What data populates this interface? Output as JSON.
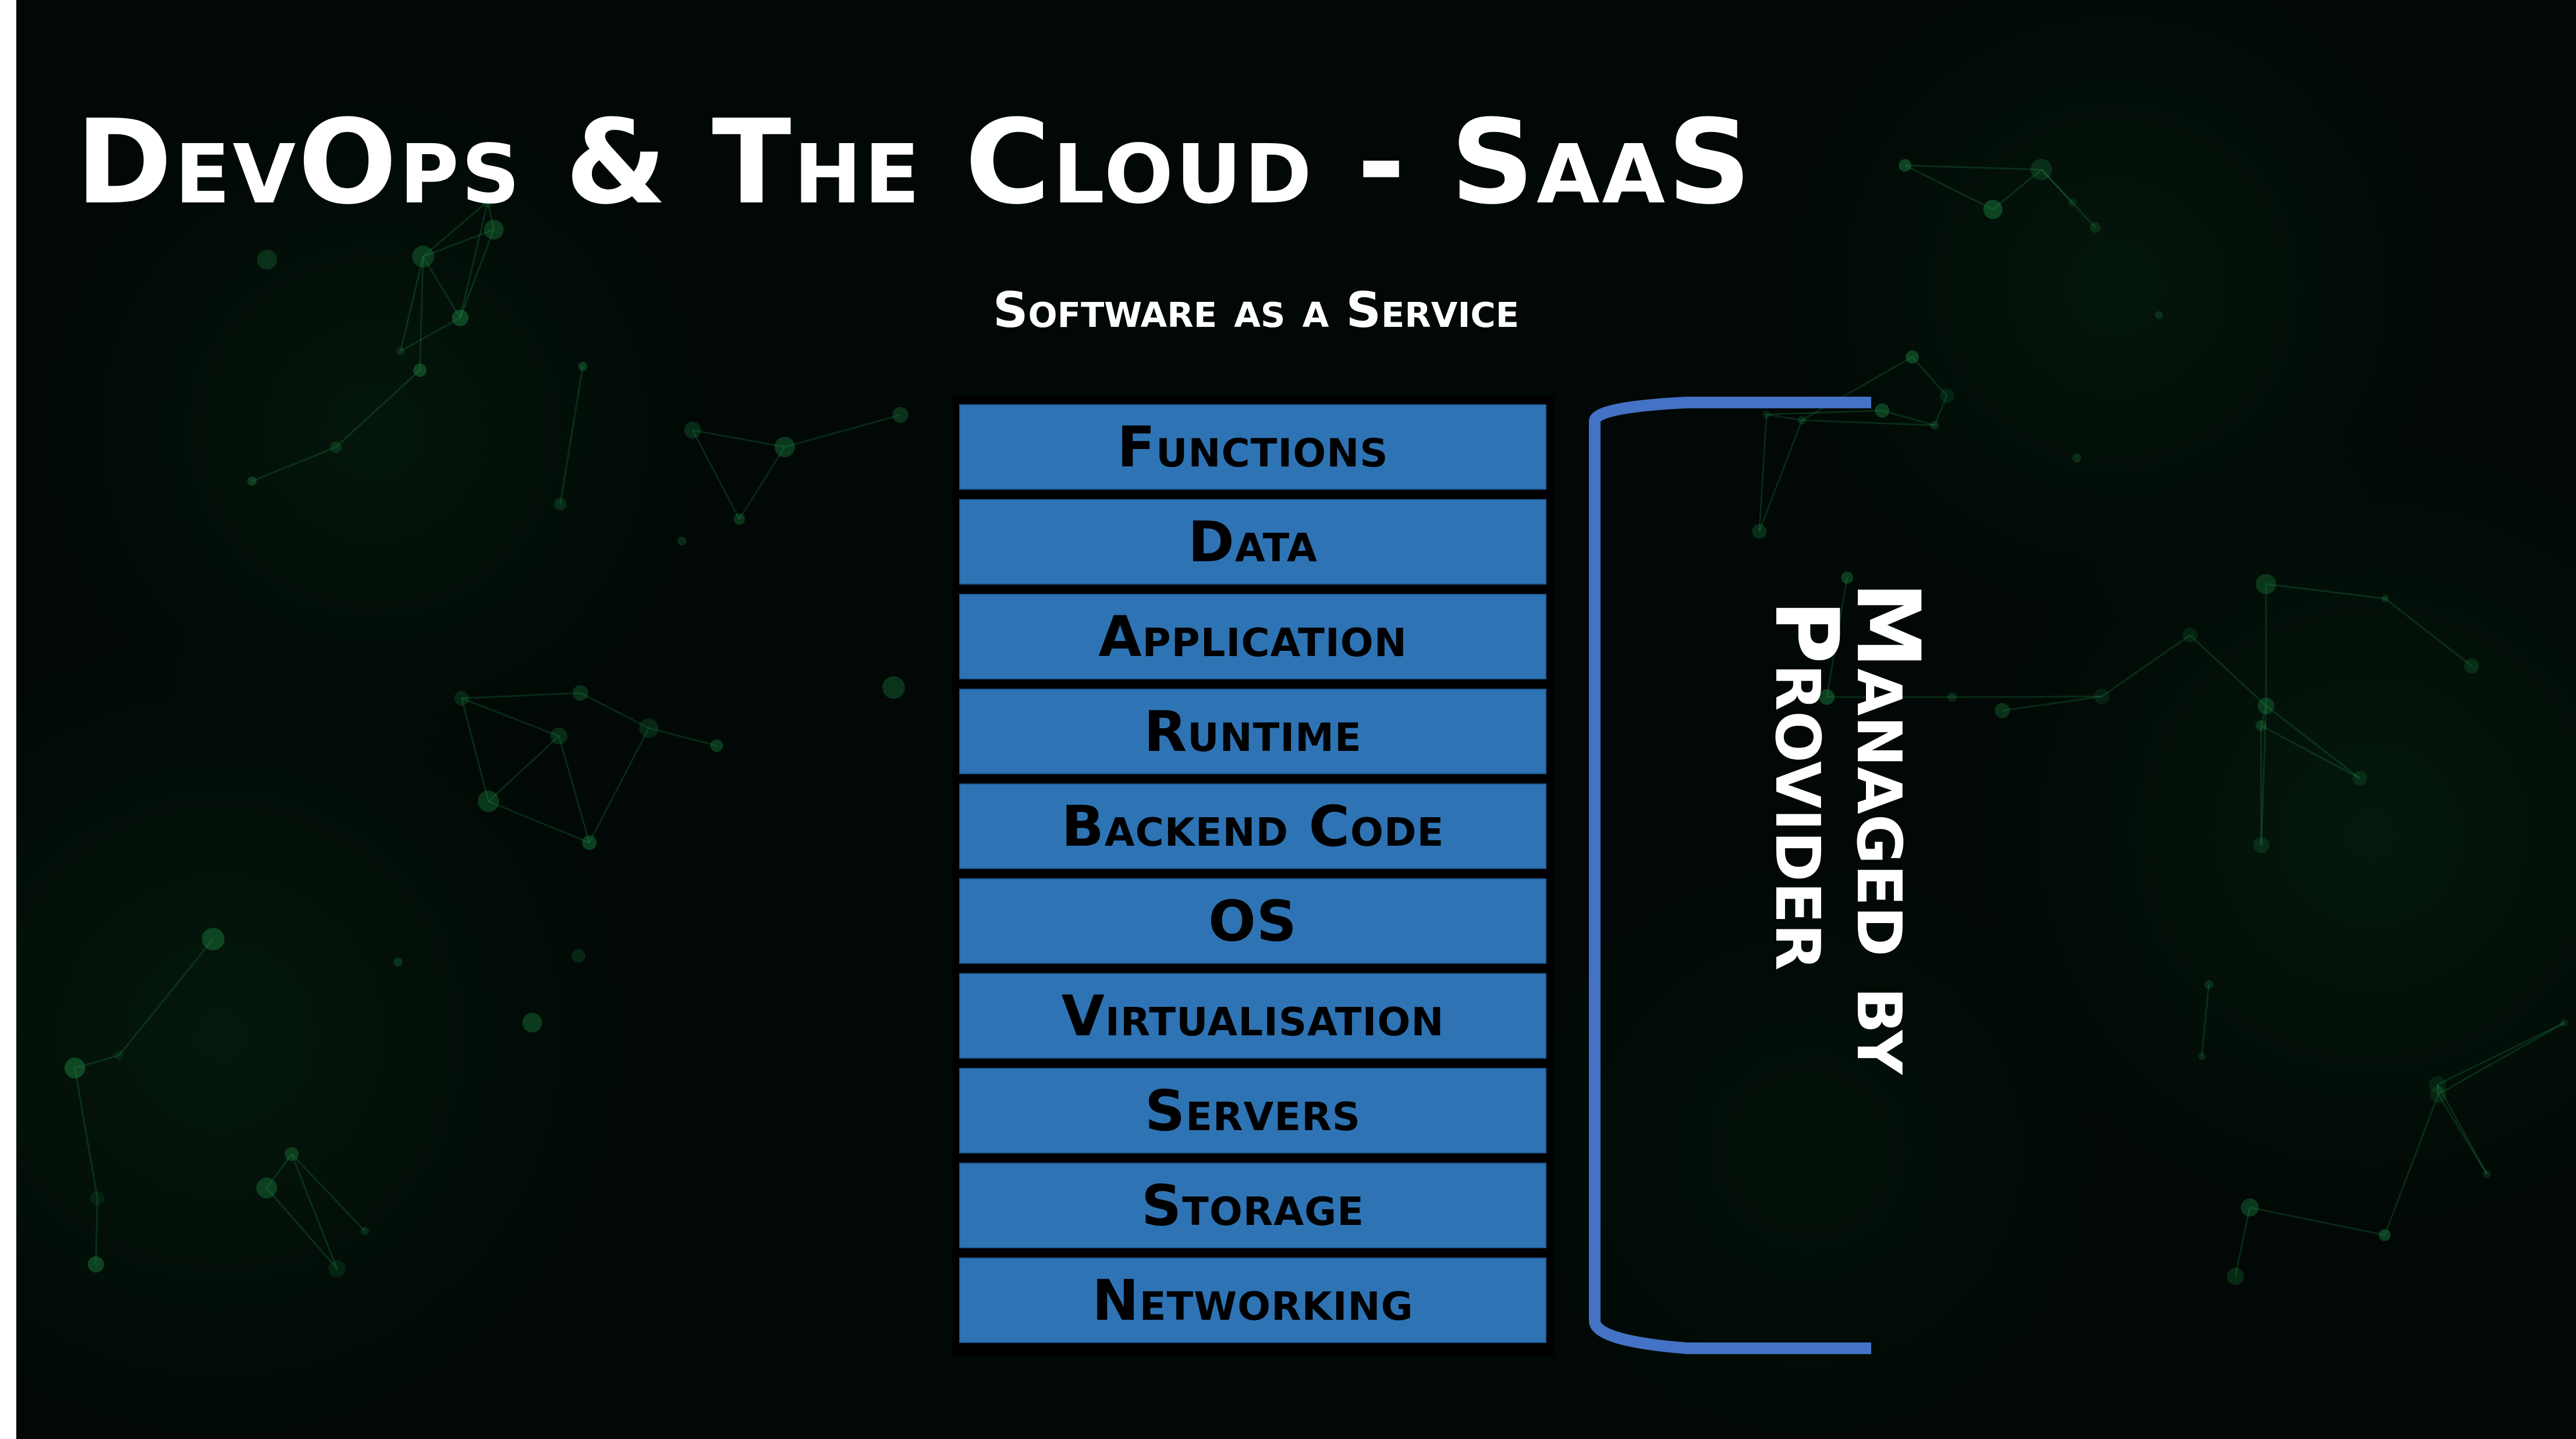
{
  "slide": {
    "title": "DevOps & The Cloud - SaaS",
    "subtitle": "Software as a Service",
    "layers": [
      {
        "label": "Functions"
      },
      {
        "label": "Data"
      },
      {
        "label": "Application"
      },
      {
        "label": "Runtime"
      },
      {
        "label": "Backend Code"
      },
      {
        "label": "OS"
      },
      {
        "label": "Virtualisation"
      },
      {
        "label": "Servers"
      },
      {
        "label": "Storage"
      },
      {
        "label": "Networking"
      }
    ],
    "bracket_label": {
      "line1": "Managed by",
      "line2": "Provider"
    },
    "colors": {
      "background": "#010805",
      "layer_fill": "#2E74B5",
      "bracket": "#4472C4",
      "text_light": "#FFFFFF",
      "text_dark": "#000000",
      "network_accent": "#1E8C46"
    }
  }
}
